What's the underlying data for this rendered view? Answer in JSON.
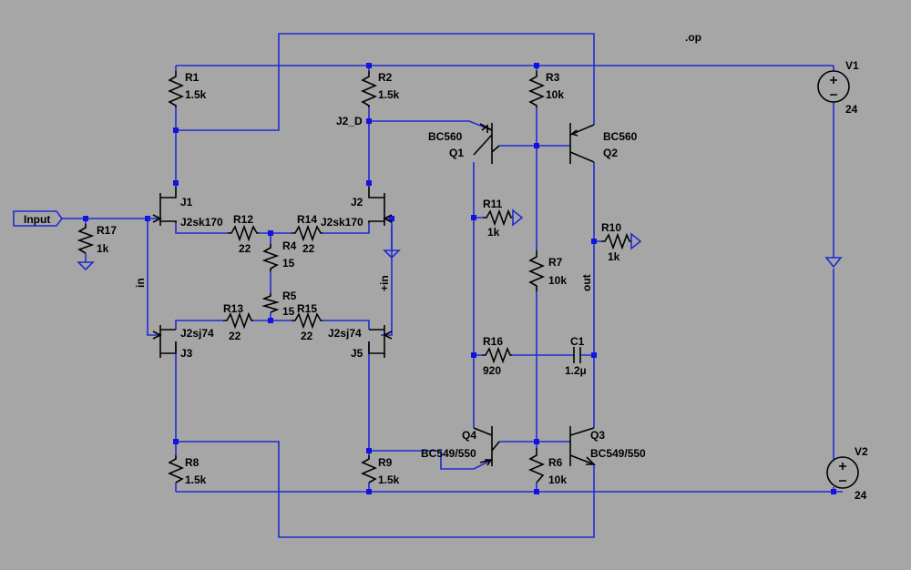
{
  "directive": ".op",
  "sources": [
    {
      "name": "V1",
      "value": "24"
    },
    {
      "name": "V2",
      "value": "24"
    }
  ],
  "resistors": [
    {
      "name": "R1",
      "value": "1.5k"
    },
    {
      "name": "R2",
      "value": "1.5k"
    },
    {
      "name": "R3",
      "value": "10k"
    },
    {
      "name": "R4",
      "value": "15"
    },
    {
      "name": "R5",
      "value": "15"
    },
    {
      "name": "R6",
      "value": "10k"
    },
    {
      "name": "R7",
      "value": "10k"
    },
    {
      "name": "R8",
      "value": "1.5k"
    },
    {
      "name": "R9",
      "value": "1.5k"
    },
    {
      "name": "R10",
      "value": "1k"
    },
    {
      "name": "R11",
      "value": "1k"
    },
    {
      "name": "R12",
      "value": "22"
    },
    {
      "name": "R13",
      "value": "22"
    },
    {
      "name": "R14",
      "value": "22"
    },
    {
      "name": "R15",
      "value": "22"
    },
    {
      "name": "R16",
      "value": "920"
    },
    {
      "name": "R17",
      "value": "1k"
    }
  ],
  "capacitors": [
    {
      "name": "C1",
      "value": "1.2µ"
    }
  ],
  "transistors": [
    {
      "name": "Q1",
      "model": "BC560"
    },
    {
      "name": "Q2",
      "model": "BC560"
    },
    {
      "name": "Q3",
      "model": "BC549/550"
    },
    {
      "name": "Q4",
      "model": "BC549/550"
    }
  ],
  "jfets": [
    {
      "name": "J1",
      "model": "J2sk170"
    },
    {
      "name": "J2",
      "model": "J2sk170"
    },
    {
      "name": "J3",
      "model": "J2sj74"
    },
    {
      "name": "J5",
      "model": "J2sj74"
    }
  ],
  "net_labels": {
    "input": "Input",
    "j2_drain": "J2_D",
    "in_minus": "in",
    "in_plus": "+in",
    "out": "out"
  },
  "colors": {
    "background": "#a6a6a6",
    "wire": "#1f2bd0",
    "junction": "#1212e6",
    "component": "#000000"
  }
}
